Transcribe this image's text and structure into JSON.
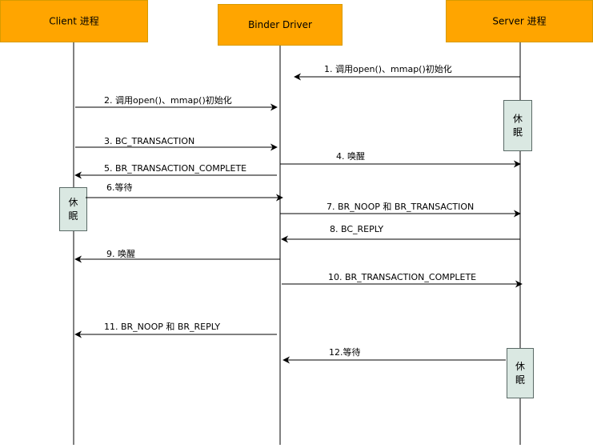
{
  "participants": [
    {
      "id": "client",
      "label": "Client 进程"
    },
    {
      "id": "binder",
      "label": "Binder Driver"
    },
    {
      "id": "server",
      "label": "Server 进程"
    }
  ],
  "messages": [
    {
      "from": "server",
      "to": "binder",
      "label": "1. 调用open()、mmap()初始化"
    },
    {
      "from": "client",
      "to": "binder",
      "label": "2. 调用open()、mmap()初始化"
    },
    {
      "from": "client",
      "to": "binder",
      "label": "3. BC_TRANSACTION"
    },
    {
      "from": "binder",
      "to": "server",
      "label": "4. 唤醒"
    },
    {
      "from": "binder",
      "to": "client",
      "label": "5. BR_TRANSACTION_COMPLETE"
    },
    {
      "from": "client",
      "to": "binder",
      "label": "6.等待"
    },
    {
      "from": "binder",
      "to": "server",
      "label": "7. BR_NOOP 和 BR_TRANSACTION"
    },
    {
      "from": "server",
      "to": "binder",
      "label": "8. BC_REPLY"
    },
    {
      "from": "binder",
      "to": "client",
      "label": "9. 唤醒"
    },
    {
      "from": "binder",
      "to": "server",
      "label": "10. BR_TRANSACTION_COMPLETE"
    },
    {
      "from": "binder",
      "to": "client",
      "label": "11. BR_NOOP 和 BR_REPLY"
    },
    {
      "from": "server",
      "to": "binder",
      "label": "12.等待"
    }
  ],
  "sleep_boxes": [
    {
      "participant": "server",
      "line1": "休",
      "line2": "眠"
    },
    {
      "participant": "client",
      "line1": "休",
      "line2": "眠"
    },
    {
      "participant": "server",
      "line1": "休",
      "line2": "眠"
    }
  ],
  "colors": {
    "participant_fill": "#ffa500",
    "participant_stroke": "#d79b00",
    "sleep_fill": "#dae8e2",
    "sleep_stroke": "#5a6a66",
    "line": "#000000"
  }
}
